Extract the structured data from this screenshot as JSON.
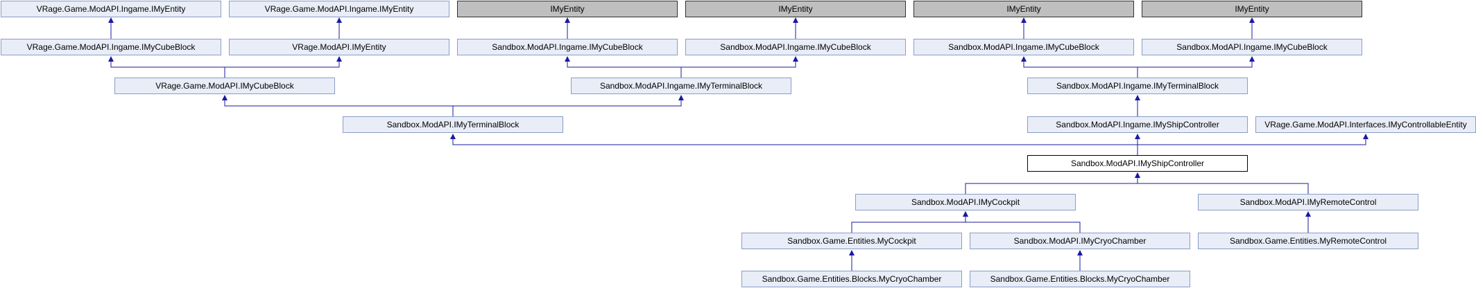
{
  "nodes": {
    "vrage_ingame_entity_1": "VRage.Game.ModAPI.Ingame.IMyEntity",
    "vrage_ingame_entity_2": "VRage.Game.ModAPI.Ingame.IMyEntity",
    "imyentity_1": "IMyEntity",
    "imyentity_2": "IMyEntity",
    "imyentity_3": "IMyEntity",
    "imyentity_4": "IMyEntity",
    "vrage_ingame_cubeblock": "VRage.Game.ModAPI.Ingame.IMyCubeBlock",
    "vrage_modapi_entity": "VRage.ModAPI.IMyEntity",
    "sb_ingame_cubeblock_1": "Sandbox.ModAPI.Ingame.IMyCubeBlock",
    "sb_ingame_cubeblock_2": "Sandbox.ModAPI.Ingame.IMyCubeBlock",
    "sb_ingame_cubeblock_3": "Sandbox.ModAPI.Ingame.IMyCubeBlock",
    "sb_ingame_cubeblock_4": "Sandbox.ModAPI.Ingame.IMyCubeBlock",
    "vrage_modapi_cubeblock": "VRage.Game.ModAPI.IMyCubeBlock",
    "sb_ingame_terminal_1": "Sandbox.ModAPI.Ingame.IMyTerminalBlock",
    "sb_ingame_terminal_2": "Sandbox.ModAPI.Ingame.IMyTerminalBlock",
    "sb_modapi_terminal": "Sandbox.ModAPI.IMyTerminalBlock",
    "sb_ingame_shipcontroller": "Sandbox.ModAPI.Ingame.IMyShipController",
    "vrage_controllable": "VRage.Game.ModAPI.Interfaces.IMyControllableEntity",
    "sb_shipcontroller": "Sandbox.ModAPI.IMyShipController",
    "sb_cockpit_iface": "Sandbox.ModAPI.IMyCockpit",
    "sb_remote_iface": "Sandbox.ModAPI.IMyRemoteControl",
    "sb_entities_cockpit": "Sandbox.Game.Entities.MyCockpit",
    "sb_cryo_iface": "Sandbox.ModAPI.IMyCryoChamber",
    "sb_entities_remote": "Sandbox.Game.Entities.MyRemoteControl",
    "sb_blocks_cryo_1": "Sandbox.Game.Entities.Blocks.MyCryoChamber",
    "sb_blocks_cryo_2": "Sandbox.Game.Entities.Blocks.MyCryoChamber"
  },
  "colors": {
    "node_fill": "#e8edf7",
    "node_border": "#8a9cc6",
    "external_fill": "#bfbfbf",
    "focus_fill": "#ffffff",
    "edge": "#1a1aa0"
  }
}
